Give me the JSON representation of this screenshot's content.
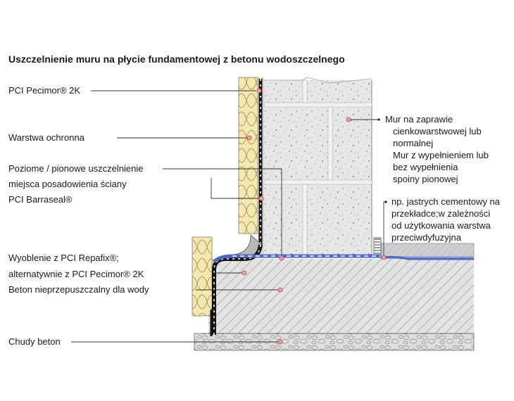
{
  "title": "Uszczelnienie muru na płycie fundamentowej z betonu wodoszczelnego",
  "labels_left": {
    "pecimor": "PCI Pecimor® 2K",
    "ochronna": "Warstwa ochronna",
    "poziome_l1": "Poziome / pionowe uszczelnienie",
    "poziome_l2": "miejsca posadowienia ściany",
    "poziome_l3": "PCI Barraseal®",
    "wyoblenie_l1": "Wyoblenie z PCI Repafix®;",
    "wyoblenie_l2": "alternatywnie z PCI Pecimor® 2K",
    "beton": "Beton nieprzepuszczalny dla wody",
    "chudy": "Chudy beton"
  },
  "labels_right": {
    "mur_l1": "Mur na zaprawie",
    "mur_l2": "cienkowarstwowej lub",
    "mur_l3": "normalnej",
    "mur_l4": "Mur z wypełnieniem lub",
    "mur_l5": "bez wypełnienia",
    "mur_l6": "spoiny pionowej",
    "jastrych_l1": "np. jastrych cementowy na",
    "jastrych_l2": "przekładce;w zależności",
    "jastrych_l3": "od użytkowania warstwa",
    "jastrych_l4": "przeciwdyfuzyjna"
  },
  "colors": {
    "insulation": "#f3e7b4",
    "membrane": "#141414",
    "seal_blue": "#4a68c4",
    "marker": "#d04545",
    "concrete_block": "#e6e6e6",
    "slab": "#e3e3e3",
    "screed": "#cfcfcf"
  }
}
